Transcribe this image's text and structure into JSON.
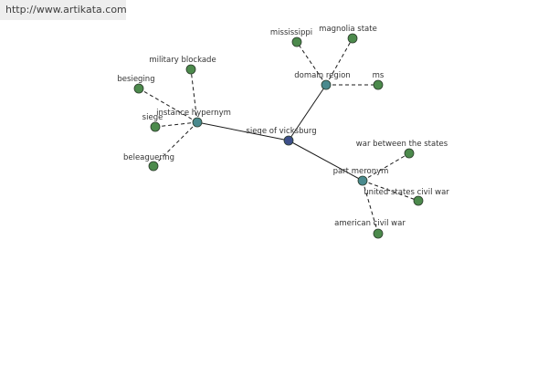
{
  "source_url": "http://www.artikata.com",
  "colors": {
    "center": "#3d4f8a",
    "relation": "#4a8a8e",
    "leaf": "#4c8a4c",
    "edge": "#1a1a1a"
  },
  "nodes": [
    {
      "id": "siege-of-vicksburg",
      "label": "siege of vicksburg",
      "kind": "center"
    },
    {
      "id": "instance-hypernym",
      "label": "instance hypernym",
      "kind": "relation"
    },
    {
      "id": "domain-region",
      "label": "domain region",
      "kind": "relation"
    },
    {
      "id": "part-meronym",
      "label": "part meronym",
      "kind": "relation"
    },
    {
      "id": "military-blockade",
      "label": "military blockade",
      "kind": "leaf"
    },
    {
      "id": "besieging",
      "label": "besieging",
      "kind": "leaf"
    },
    {
      "id": "siege",
      "label": "siege",
      "kind": "leaf"
    },
    {
      "id": "beleaguering",
      "label": "beleaguering",
      "kind": "leaf"
    },
    {
      "id": "mississippi",
      "label": "mississippi",
      "kind": "leaf"
    },
    {
      "id": "magnolia-state",
      "label": "magnolia state",
      "kind": "leaf"
    },
    {
      "id": "ms",
      "label": "ms",
      "kind": "leaf"
    },
    {
      "id": "war-between-the-states",
      "label": "war between the states",
      "kind": "leaf"
    },
    {
      "id": "united-states-civil-war",
      "label": "united states civil war",
      "kind": "leaf"
    },
    {
      "id": "american-civil-war",
      "label": "american civil war",
      "kind": "leaf"
    }
  ],
  "edges": [
    {
      "from": "siege-of-vicksburg",
      "to": "instance-hypernym",
      "style": "solid"
    },
    {
      "from": "siege-of-vicksburg",
      "to": "domain-region",
      "style": "solid"
    },
    {
      "from": "siege-of-vicksburg",
      "to": "part-meronym",
      "style": "solid"
    },
    {
      "from": "instance-hypernym",
      "to": "military-blockade",
      "style": "dashed"
    },
    {
      "from": "instance-hypernym",
      "to": "besieging",
      "style": "dashed"
    },
    {
      "from": "instance-hypernym",
      "to": "siege",
      "style": "dashed"
    },
    {
      "from": "instance-hypernym",
      "to": "beleaguering",
      "style": "dashed"
    },
    {
      "from": "domain-region",
      "to": "mississippi",
      "style": "dashed"
    },
    {
      "from": "domain-region",
      "to": "magnolia-state",
      "style": "dashed"
    },
    {
      "from": "domain-region",
      "to": "ms",
      "style": "dashed"
    },
    {
      "from": "part-meronym",
      "to": "war-between-the-states",
      "style": "dashed"
    },
    {
      "from": "part-meronym",
      "to": "united-states-civil-war",
      "style": "dashed"
    },
    {
      "from": "part-meronym",
      "to": "american-civil-war",
      "style": "dashed"
    }
  ]
}
